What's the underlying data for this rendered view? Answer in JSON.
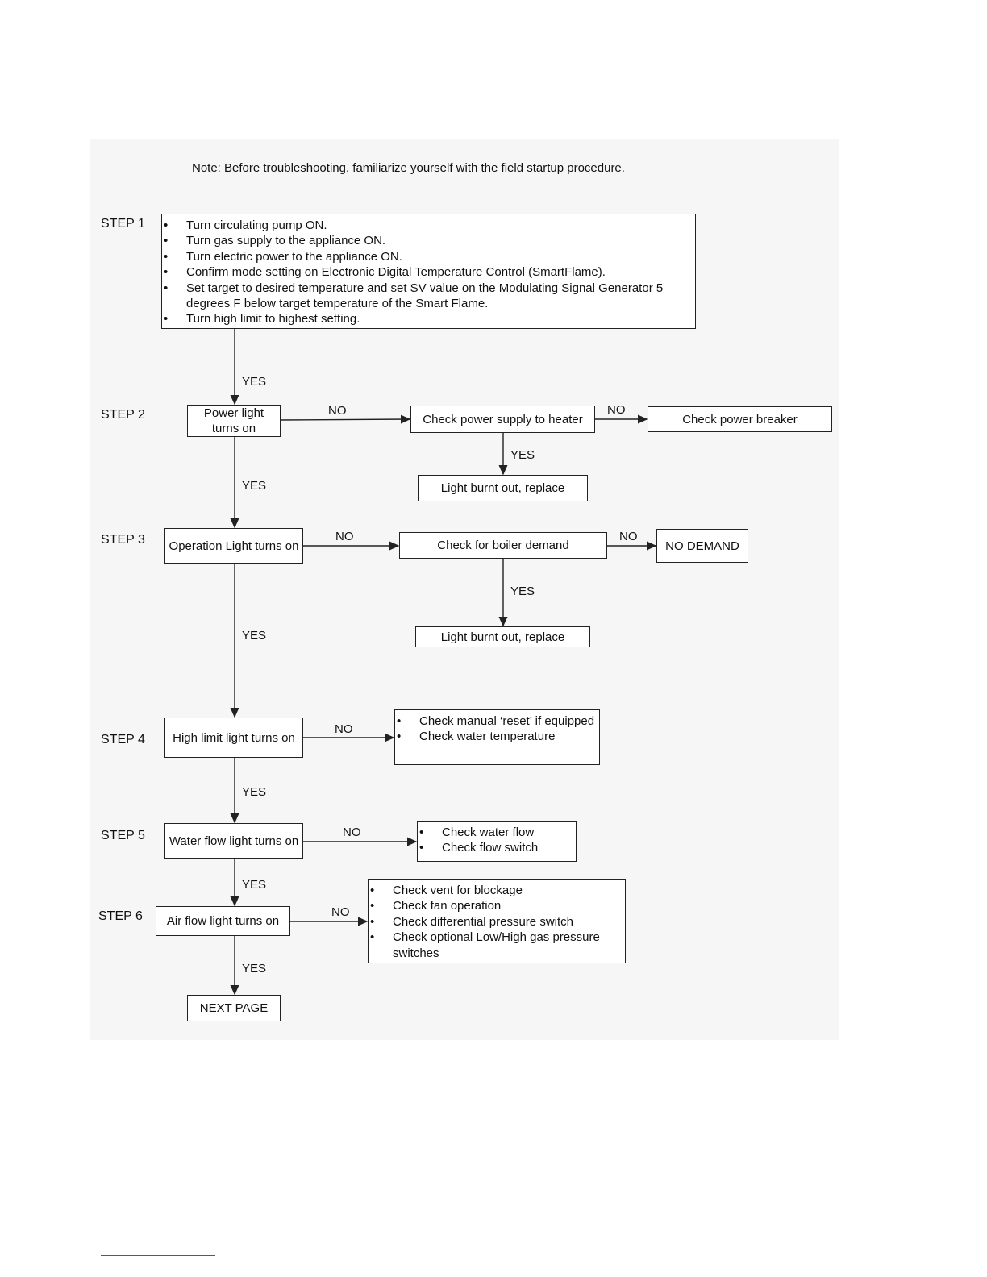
{
  "note": "Note: Before troubleshooting, familiarize yourself with the field startup procedure.",
  "steps": {
    "s1": "STEP 1",
    "s2": "STEP 2",
    "s3": "STEP 3",
    "s4": "STEP 4",
    "s5": "STEP 5",
    "s6": "STEP 6"
  },
  "step1_items": [
    "Turn circulating pump ON.",
    "Turn gas supply to the appliance ON.",
    "Turn electric power to the appliance ON.",
    "Confirm mode setting on Electronic Digital Temperature Control (SmartFlame).",
    "Set target to desired temperature and set SV value on the Modulating Signal Generator 5 degrees F below target temperature of the Smart Flame.",
    "Turn high limit to highest setting."
  ],
  "boxes": {
    "power_light": "Power light turns on",
    "check_power_supply": "Check power supply to heater",
    "check_power_breaker": "Check power breaker",
    "light_burnt_1": "Light burnt out, replace",
    "operation_light": "Operation Light turns on",
    "check_boiler_demand": "Check for boiler demand",
    "no_demand": "NO DEMAND",
    "light_burnt_2": "Light burnt out, replace",
    "high_limit_light": "High limit light turns on",
    "water_flow_light": "Water flow light turns on",
    "air_flow_light": "Air flow light turns on",
    "next_page": "NEXT PAGE"
  },
  "step4_items": [
    "Check manual ‘reset’ if equipped",
    "Check water temperature"
  ],
  "step5_items": [
    "Check water flow",
    "Check flow switch"
  ],
  "step6_items": [
    "Check vent for blockage",
    "Check fan operation",
    "Check differential pressure switch",
    "Check optional Low/High gas pressure switches"
  ],
  "labels": {
    "yes": "YES",
    "no": "NO"
  }
}
